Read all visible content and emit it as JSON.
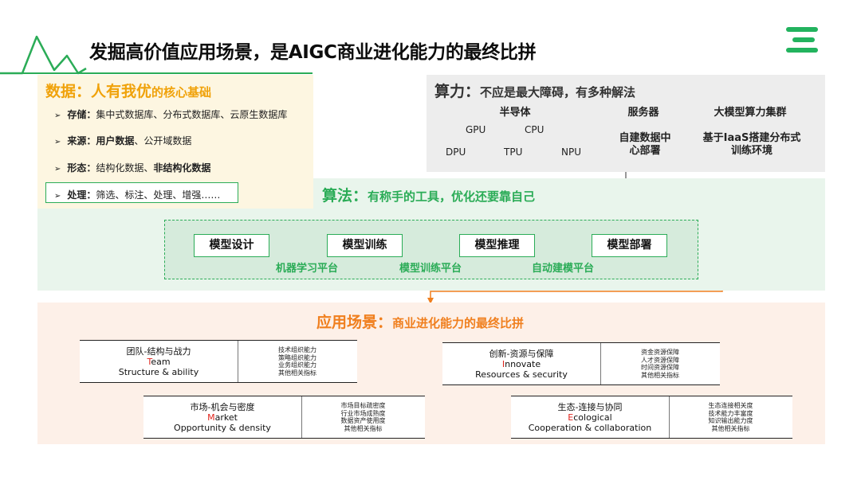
{
  "title": "发掘高价值应用场景，是AIGC商业进化能力的最终比拼",
  "colors": {
    "green": "#2bac57",
    "orange": "#f07f1e",
    "yellow": "#f0a20a",
    "red": "#e0241c"
  },
  "data_section": {
    "heading": "数据：人有我优",
    "heading_small": "的核心基础",
    "items": [
      {
        "label": "存储：",
        "text": "集中式数据库、分布式数据库、云原生数据库"
      },
      {
        "label": "来源：",
        "bold_text": "用户数据",
        "text": "、公开域数据"
      },
      {
        "label": "形态：",
        "text": "结构化数据、",
        "bold_text": "非结构化数据"
      },
      {
        "label": "处理：",
        "text": "筛选、标注、处理、增强……"
      }
    ]
  },
  "compute_section": {
    "heading": "算力：",
    "heading_small": "不应是最大障碍，有多种解法",
    "semiconductor": "半导体",
    "chips": [
      "GPU",
      "CPU",
      "DPU",
      "TPU",
      "NPU"
    ],
    "server": "服务器",
    "server_detail": "自建数据中心部署",
    "cluster": "大模型算力集群",
    "cluster_detail": "基于IaaS搭建分布式训练环境"
  },
  "algorithm_section": {
    "heading": "算法：",
    "heading_small": "有称手的工具，优化还要靠自己",
    "steps": [
      "模型设计",
      "模型训练",
      "模型推理",
      "模型部署"
    ],
    "platforms": [
      "机器学习平台",
      "模型训练平台",
      "自动建模平台"
    ]
  },
  "application_section": {
    "heading": "应用场景：",
    "heading_small": "商业进化能力的最终比拼",
    "cards": [
      {
        "cn": "团队-结构与战力",
        "initial": "T",
        "rest": "eam",
        "en": "Structure & ability",
        "metrics": [
          "技术组织能力",
          "策略组织能力",
          "业务组织能力",
          "其他相关指标"
        ]
      },
      {
        "cn": "创新-资源与保障",
        "initial": "I",
        "rest": "nnovate",
        "en": "Resources & security",
        "metrics": [
          "资金资源保障",
          "人才资源保障",
          "时间资源保障",
          "其他相关指标"
        ]
      },
      {
        "cn": "市场-机会与密度",
        "initial": "M",
        "rest": "arket",
        "en": "Opportunity & density",
        "metrics": [
          "市场目标疏密度",
          "行业市场成熟度",
          "数据资产使用度",
          "其他相关指标"
        ]
      },
      {
        "cn": "生态-连接与协同",
        "initial": "E",
        "rest": "cological",
        "en": "Cooperation & collaboration",
        "metrics": [
          "生态连接相关度",
          "技术能力丰富度",
          "知识输出能力度",
          "其他相关指标"
        ]
      }
    ]
  }
}
